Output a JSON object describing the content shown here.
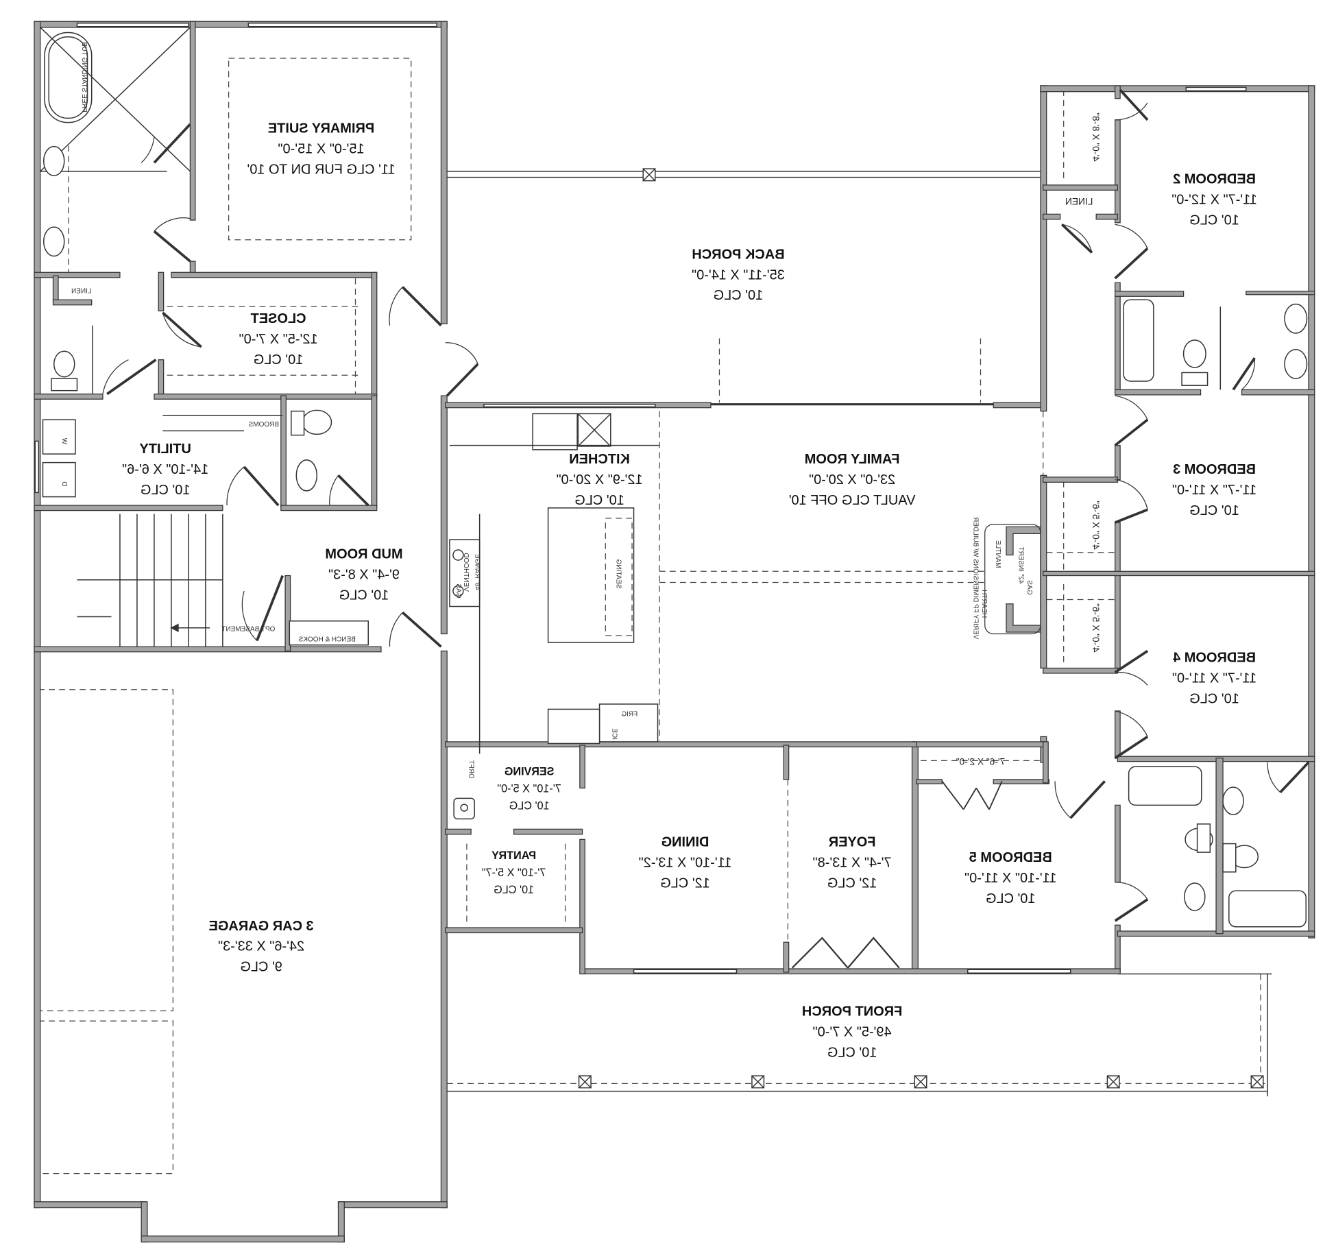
{
  "plan": {
    "accent_colors": {
      "wall_fill": "#a3a3a3",
      "line": "#333333",
      "background": "#ffffff"
    },
    "mirrored": true,
    "rooms": {
      "primary_suite": {
        "name": "PRIMARY SUITE",
        "dims": "15'-0\" X 15'-0\"",
        "ceiling": "11' CLG FUR DN TO 10'"
      },
      "closet": {
        "name": "CLOSET",
        "dims": "12'-5\" X 7'-0\"",
        "ceiling": "10' CLG"
      },
      "utility": {
        "name": "UTILITY",
        "dims": "14'-10\" X 6'-6\"",
        "ceiling": "10' CLG"
      },
      "mud_room": {
        "name": "MUD ROOM",
        "dims": "9'-4\" X 8'-3\"",
        "ceiling": "10' CLG"
      },
      "kitchen": {
        "name": "KITCHEN",
        "dims": "12'-9\" X 20'-0\"",
        "ceiling": "10' CLG"
      },
      "family_room": {
        "name": "FAMILY ROOM",
        "dims": "23'-0\" X 20'-0\"",
        "ceiling": "VAULT CLG OFF 10'"
      },
      "back_porch": {
        "name": "BACK PORCH",
        "dims": "35'-11\" X 14'-0\"",
        "ceiling": "10' CLG"
      },
      "bedroom_2": {
        "name": "BEDROOM 2",
        "dims": "11'-7\" X 12'-0\"",
        "ceiling": "10' CLG"
      },
      "bedroom_3": {
        "name": "BEDROOM 3",
        "dims": "11'-7\" X 11'-0\"",
        "ceiling": "10' CLG"
      },
      "bedroom_4": {
        "name": "BEDROOM 4",
        "dims": "11'-7\" X 11'-0\"",
        "ceiling": "10' CLG"
      },
      "bedroom_5": {
        "name": "BEDROOM 5",
        "dims": "11'-10\" X 11'-0\"",
        "ceiling": "10' CLG"
      },
      "foyer": {
        "name": "FOYER",
        "dims": "7'-4\" X 13'-8\"",
        "ceiling": "12' CLG"
      },
      "dining": {
        "name": "DINING",
        "dims": "11'-10\" X 13'-2\"",
        "ceiling": "12' CLG"
      },
      "serving": {
        "name": "SERVING",
        "dims": "7'-10\" X 5'-0\"",
        "ceiling": "10' CLG"
      },
      "pantry": {
        "name": "PANTRY",
        "dims": "7'-10\" X 5'-7\"",
        "ceiling": "10' CLG"
      },
      "garage": {
        "name": "3 CAR GARAGE",
        "dims": "24'-6\" X 33'-3\"",
        "ceiling": "9' CLG"
      },
      "front_porch": {
        "name": "FRONT PORCH",
        "dims": "49'-5\" X 7'-0\"",
        "ceiling": "10' CLG"
      }
    },
    "labels": {
      "linen_primary": "LINEN",
      "linen_hall": "LINEN",
      "brooms": "BROOMS",
      "opt_basement": "OPT BASEMENT",
      "bench_hooks": "BENCH & HOOKS",
      "closet_bed2": "4'-0\" X 8'-8\"",
      "closet_bed3": "4'-0\" X 5'-6\"",
      "closet_bed4": "4'-0\" X 5'-6\"",
      "closet_bed5": "7'-6\" X 2'-0\"",
      "seating": "SEATING",
      "venthood": "VENTHOOD",
      "range": "48\" RANGE",
      "gas_range": "GAS",
      "frig": "FRIG",
      "ice": "ICE",
      "serving_fixture": "DRFT",
      "fp_verify": "VERIFY FP DIMENSIONS W/ BUILDER",
      "mantle": "MANTLE",
      "insert": "42\" INSERT",
      "gas_fp": "GAS",
      "hearth": "HEARTH",
      "tub": "FREE STANDING TUB",
      "washer": "W",
      "dryer": "D"
    }
  }
}
